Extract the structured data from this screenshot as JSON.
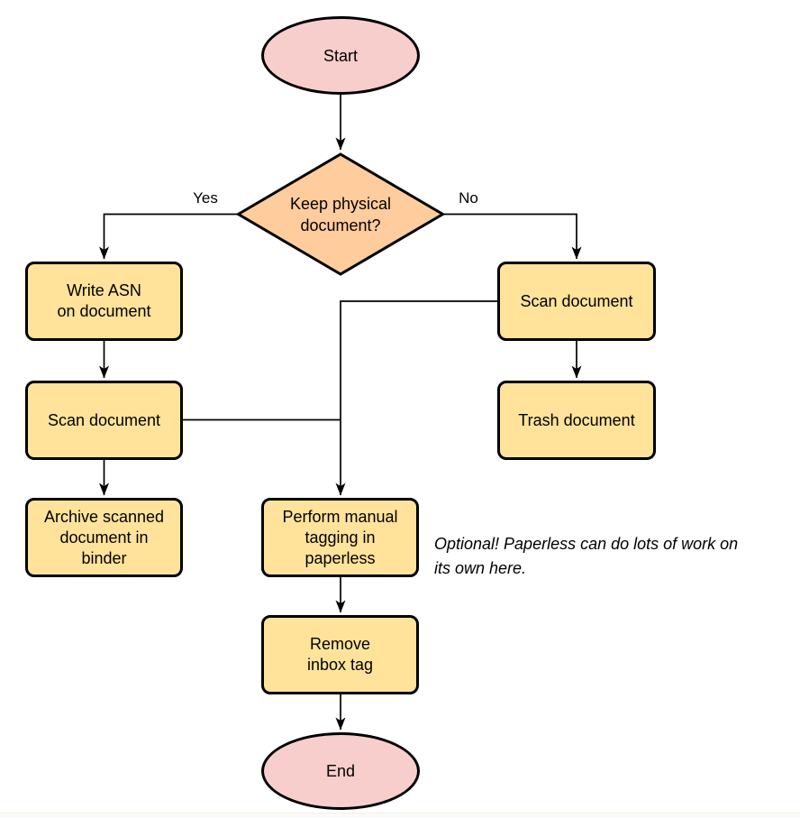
{
  "diagram": {
    "type": "flowchart",
    "nodes": {
      "start": {
        "label": "Start",
        "shape": "terminator"
      },
      "decision": {
        "label": "Keep physical\ndocument?",
        "shape": "decision"
      },
      "write_asn": {
        "label": "Write ASN\non document",
        "shape": "process"
      },
      "scan_left": {
        "label": "Scan document",
        "shape": "process"
      },
      "archive": {
        "label": "Archive scanned\ndocument in\nbinder",
        "shape": "process"
      },
      "scan_right": {
        "label": "Scan document",
        "shape": "process"
      },
      "trash": {
        "label": "Trash document",
        "shape": "process"
      },
      "tagging": {
        "label": "Perform manual\ntagging in\npaperless",
        "shape": "process"
      },
      "remove_inbox": {
        "label": "Remove\ninbox tag",
        "shape": "process"
      },
      "end": {
        "label": "End",
        "shape": "terminator"
      }
    },
    "edge_labels": {
      "yes": "Yes",
      "no": "No"
    },
    "note": "Optional! Paperless can do lots of work on\nits own here.",
    "colors": {
      "terminator_fill": "#f8cecc",
      "decision_fill": "#ffcc9d",
      "process_fill": "#ffe39b",
      "stroke": "#000000",
      "background": "#ffffff"
    }
  }
}
